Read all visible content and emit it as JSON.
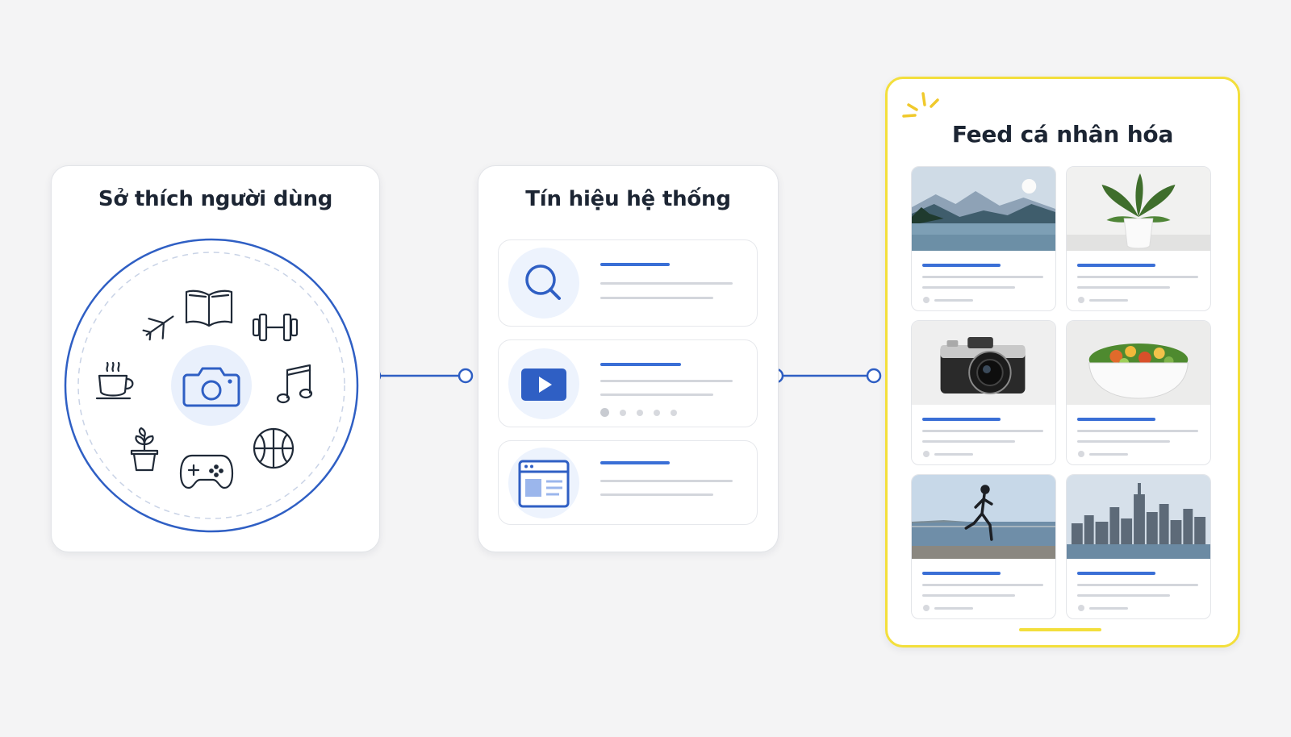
{
  "panels": {
    "interests": {
      "title": "Sở thích người dùng",
      "icons": [
        "plane-icon",
        "book-icon",
        "dumbbell-icon",
        "coffee-cup-icon",
        "camera-icon",
        "music-note-icon",
        "potted-plant-icon",
        "gamepad-icon",
        "basketball-icon"
      ],
      "center_icon": "camera-icon"
    },
    "signals": {
      "title": "Tín hiệu hệ thống",
      "items": [
        {
          "icon": "search-icon"
        },
        {
          "icon": "play-video-icon",
          "pagination_dots": 5,
          "active_dot": 1
        },
        {
          "icon": "browser-window-icon"
        }
      ]
    },
    "feed": {
      "title": "Feed cá nhân hóa",
      "cards": [
        {
          "image": "mountain-lake-image"
        },
        {
          "image": "potted-plant-image"
        },
        {
          "image": "camera-image"
        },
        {
          "image": "salad-bowl-image"
        },
        {
          "image": "runner-waterfront-image"
        },
        {
          "image": "city-skyline-image"
        }
      ]
    }
  },
  "colors": {
    "accent_blue": "#2f5fc4",
    "light_blue": "#edf3fd",
    "highlight_yellow": "#f3df3c",
    "text_dark": "#1c2533",
    "placeholder_gray": "#d3d6dc"
  }
}
